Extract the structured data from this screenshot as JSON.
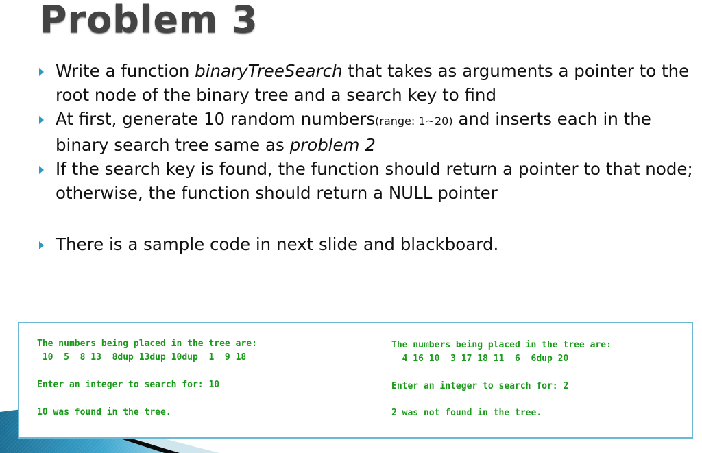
{
  "slide": {
    "title": "Problem 3",
    "bullets": [
      {
        "parts": {
          "a": "Write a function ",
          "b": "binaryTreeSearch",
          "c": " that takes as arguments a pointer to the root node of the binary tree and a search key to find"
        }
      },
      {
        "parts": {
          "a": "At first, generate 10 random numbers",
          "b": "(range: 1~20)",
          "c": "  and inserts each in the binary search tree same as ",
          "d": "problem 2"
        }
      },
      {
        "text": "If the search key is found, the function should return a pointer to that node; otherwise, the function should return a NULL pointer"
      },
      {
        "text": "There is a sample code in next slide and blackboard."
      }
    ],
    "bullet_icon": "triangle-right-icon",
    "bullet_color": "#2c9ac0"
  },
  "console_samples": [
    {
      "line1": "The numbers being placed in the tree are:",
      "line2": " 10  5  8 13  8dup 13dup 10dup  1  9 18",
      "prompt": "Enter an integer to search for: 10",
      "result": "10 was found in the tree."
    },
    {
      "line1": "The numbers being placed in the tree are:",
      "line2": "  4 16 10  3 17 18 11  6  6dup 20",
      "prompt": "Enter an integer to search for: 2",
      "result": "2 was not found in the tree."
    }
  ],
  "colors": {
    "console_text": "#1a9a1a",
    "console_border": "#6bb8d4",
    "title": "#444444"
  }
}
